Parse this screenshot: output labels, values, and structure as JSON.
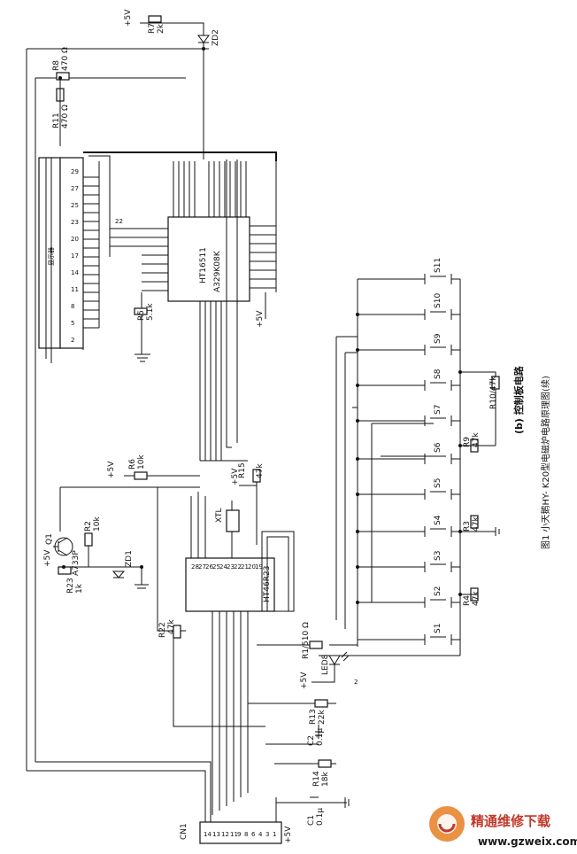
{
  "figure": {
    "caption": "图1 小天鹅HY- K20型电磁炉电路原理图(续)",
    "subcaption": "(b) 控制板电路"
  },
  "chips": {
    "ic1_name": "HT16511",
    "ic1_code": "A329K08K",
    "ic2_name": "HT46R23"
  },
  "display": {
    "label": "显示器"
  },
  "connector": {
    "label": "CN1"
  },
  "components": {
    "r7": "R7",
    "r7_val": "2k",
    "zd2": "ZD2",
    "r8": "R8",
    "r8_val": "470 Ω",
    "r11": "R11",
    "r11_val": "470 Ω",
    "r5": "R5",
    "r5_val": "5.1k",
    "r6": "R6",
    "r6_val": "10k",
    "r15": "R15",
    "r15_val": "47k",
    "r2": "R2",
    "r2_val": "10k",
    "r23": "R23",
    "r23_val": "1k",
    "q1": "Q1",
    "q1_type": "A733P",
    "zd1": "ZD1",
    "r22": "R22",
    "r22_val": "47k",
    "xtl": "XTL",
    "r1": "R1/510 Ω",
    "led8": "LED8",
    "r13": "R13",
    "r13_val": "22k",
    "c2": "C2",
    "c2_val": "0.1μ",
    "r14": "R14",
    "r14_val": "18k",
    "c1": "C1",
    "c1_val": "0.1μ",
    "r9": "R9",
    "r9_val": "47k",
    "r3": "R3",
    "r3_val": "47k",
    "r4": "R4",
    "r4_val": "47k",
    "r10": "R10/47k"
  },
  "power": {
    "vcc": "+5V"
  },
  "switches": [
    "S11",
    "S10",
    "S9",
    "S8",
    "S7",
    "S6",
    "S5",
    "S4",
    "S3",
    "S2",
    "S1"
  ],
  "watermark": {
    "brand": "精通维修下载",
    "url": "www.gzweix.com"
  }
}
